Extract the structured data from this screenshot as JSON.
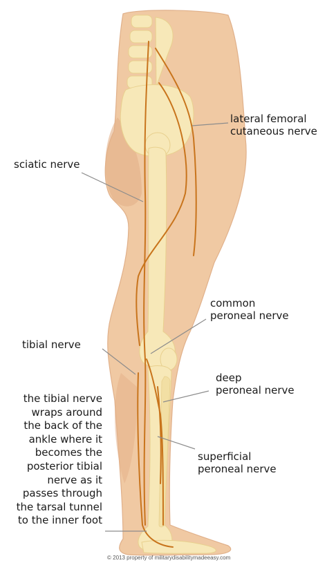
{
  "labels": {
    "lateral_femoral": "lateral femoral\ncutaneous nerve",
    "sciatic": "sciatic nerve",
    "common_peroneal": "common\nperoneal nerve",
    "tibial": "tibial nerve",
    "deep_peroneal": "deep\nperoneal nerve",
    "superficial_peroneal": "superficial\nperoneal nerve",
    "tibial_note": "the tibial nerve\nwraps around\nthe back of the\nankle where it\nbecomes the\nposterior tibial\nnerve as it\npasses through\nthe tarsal tunnel\nto the inner foot"
  },
  "copyright": "© 2013 property of militarydisabilitymadeeasy.com",
  "colors": {
    "skin": "#f0c9a3",
    "skin_dark": "#e3b088",
    "bone": "#f7e8b8",
    "bone_edge": "#e8d08e",
    "nerve": "#c8741c",
    "leader": "#8c8c8c"
  }
}
